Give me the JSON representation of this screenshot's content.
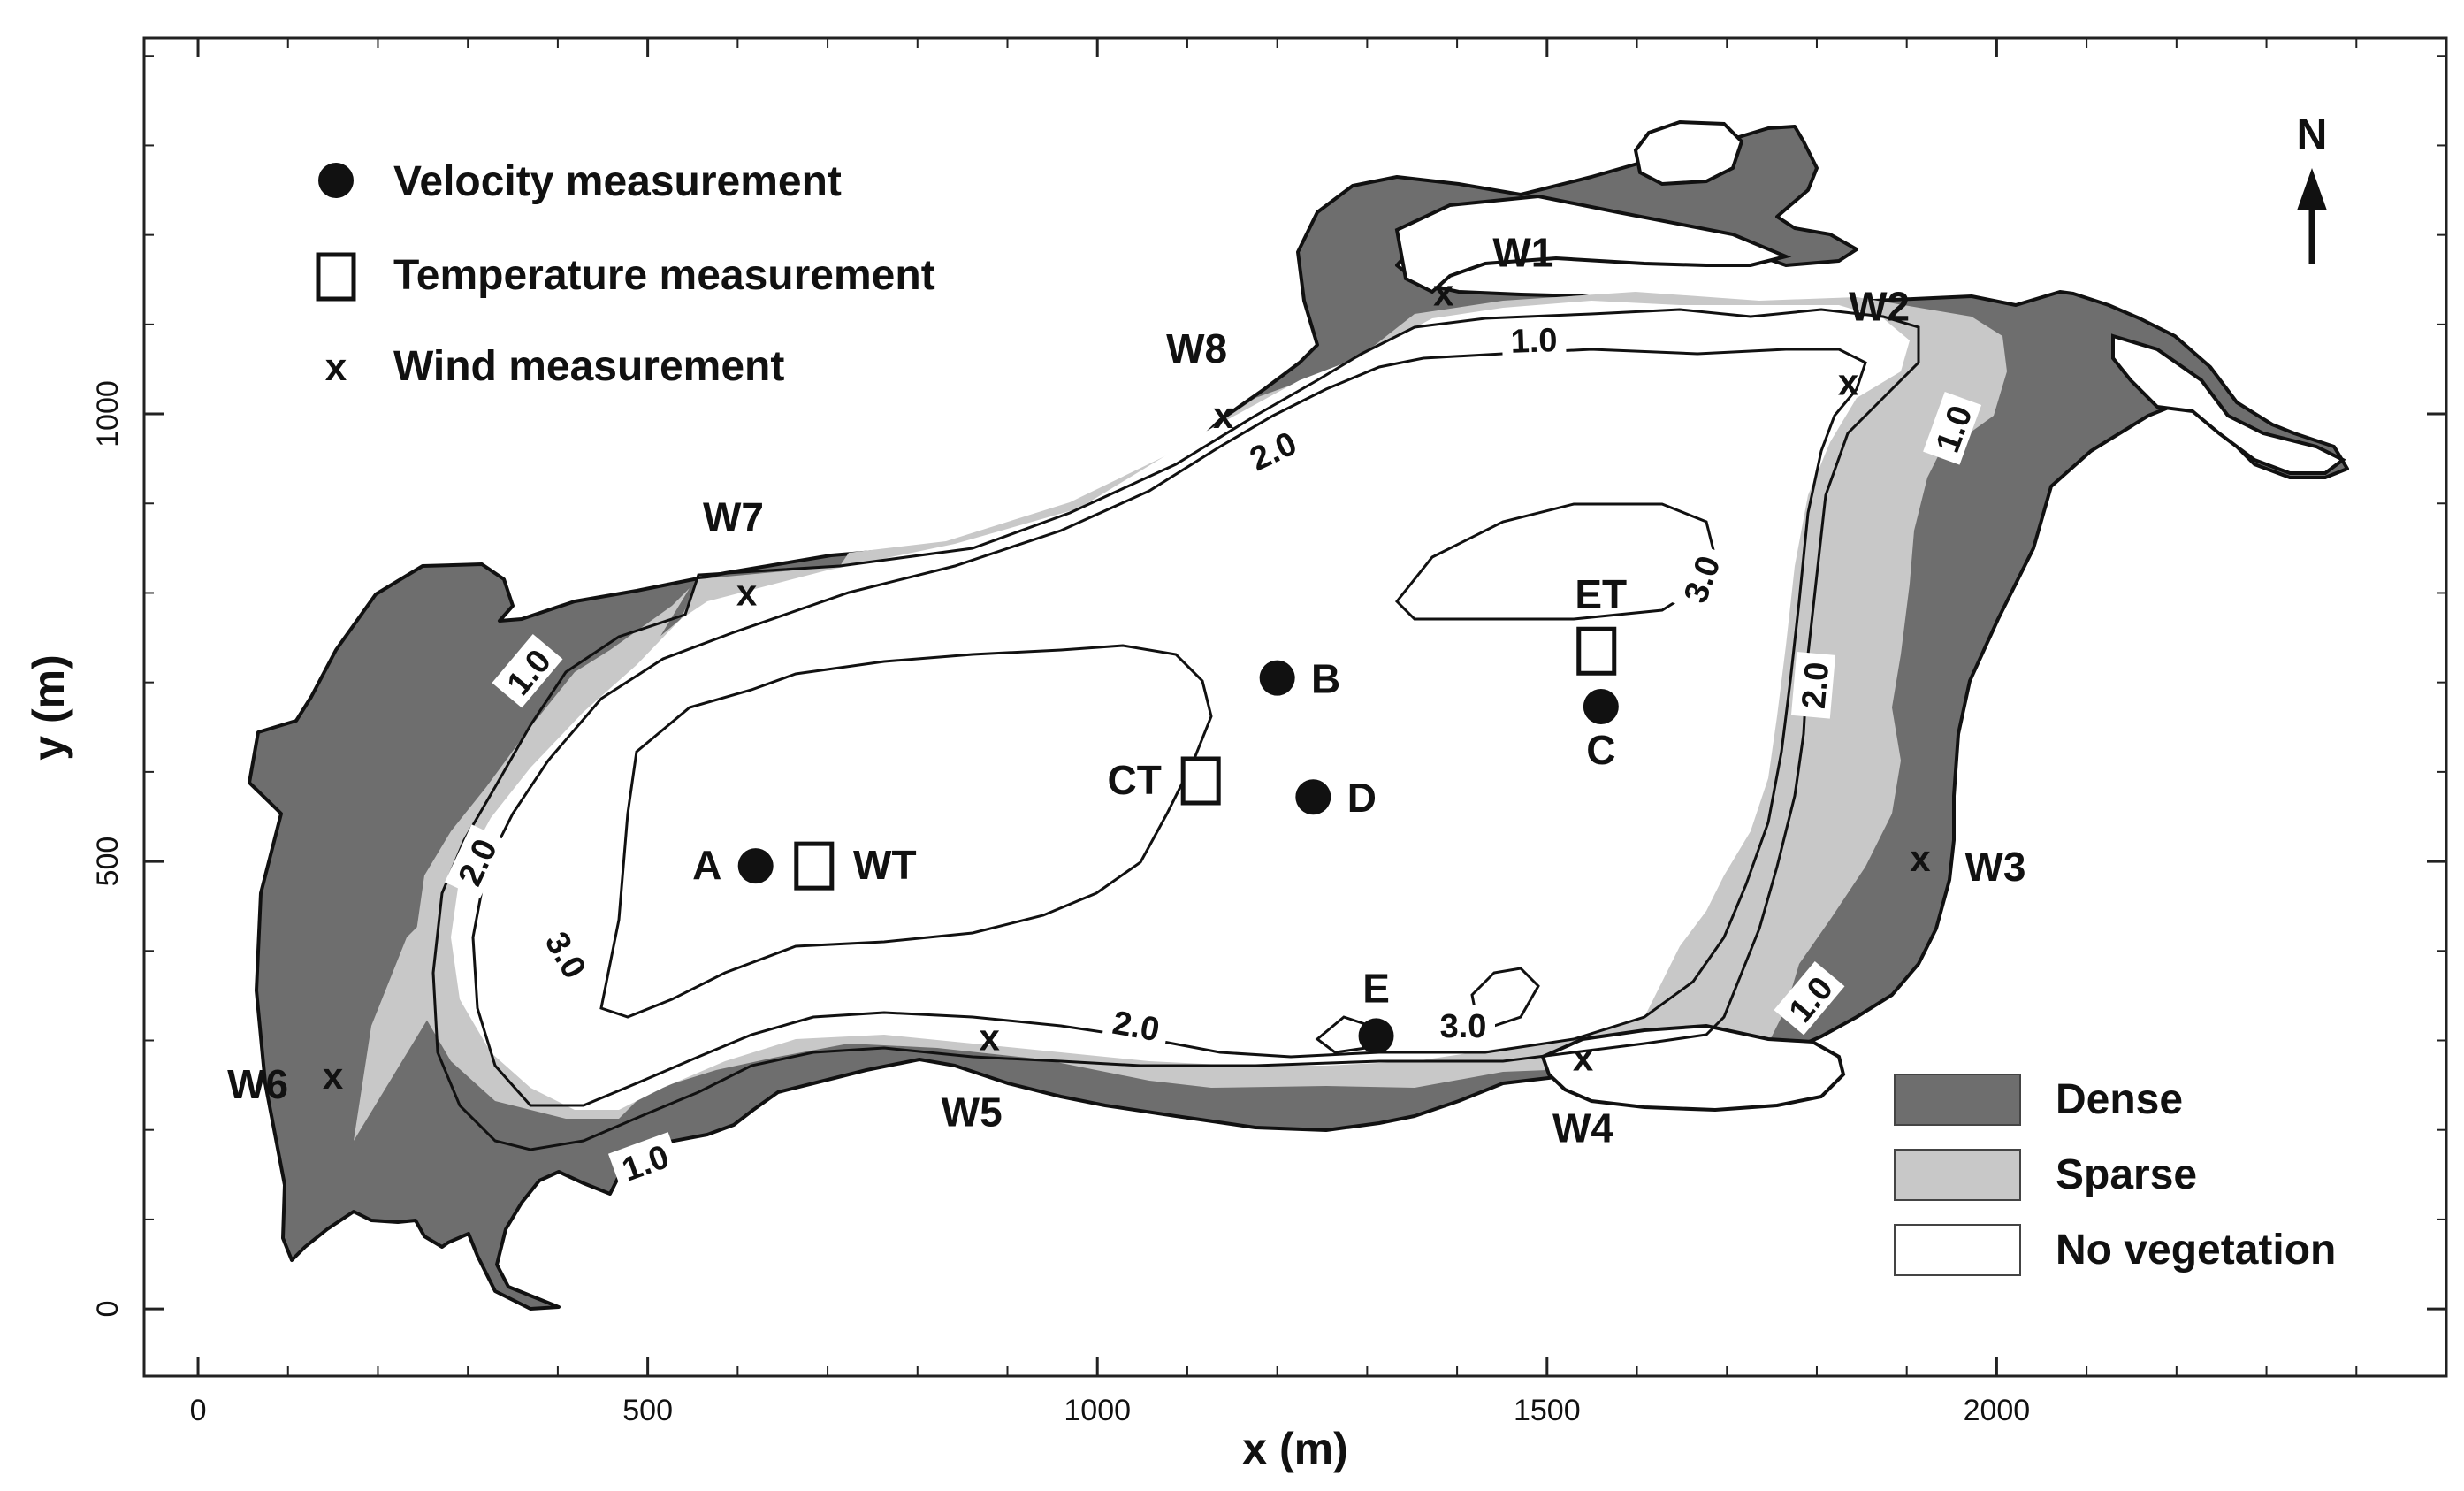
{
  "axes": {
    "xlabel": "x (m)",
    "ylabel": "y (m)",
    "xlim": [
      -60,
      2500
    ],
    "ylim": [
      -75,
      1420
    ],
    "xticks": [
      0,
      500,
      1000,
      1500,
      2000
    ],
    "yticks": [
      0,
      500,
      1000
    ]
  },
  "legend_top": [
    {
      "symbol": "filled-circle",
      "label": "Velocity measurement"
    },
    {
      "symbol": "open-square",
      "label": "Temperature measurement"
    },
    {
      "symbol": "x-mark",
      "label": "Wind measurement"
    }
  ],
  "legend_vegetation": [
    {
      "label": "Dense",
      "color": "#6e6e6e"
    },
    {
      "label": "Sparse",
      "color": "#c8c8c8"
    },
    {
      "label": "No vegetation",
      "color": "#ffffff"
    }
  ],
  "north_label": "N",
  "velocity_points": [
    {
      "label": "A",
      "x": 620,
      "y": 495
    },
    {
      "label": "B",
      "x": 1200,
      "y": 705
    },
    {
      "label": "C",
      "x": 1560,
      "y": 673
    },
    {
      "label": "D",
      "x": 1240,
      "y": 572
    },
    {
      "label": "E",
      "x": 1310,
      "y": 305
    }
  ],
  "temperature_points": [
    {
      "label": "WT",
      "x": 685,
      "y": 495
    },
    {
      "label": "CT",
      "x": 1115,
      "y": 590
    },
    {
      "label": "ET",
      "x": 1555,
      "y": 735
    }
  ],
  "wind_points": [
    {
      "label": "W1",
      "x": 1385,
      "y": 1135
    },
    {
      "label": "W2",
      "x": 1835,
      "y": 1035
    },
    {
      "label": "W3",
      "x": 1915,
      "y": 503
    },
    {
      "label": "W4",
      "x": 1540,
      "y": 280
    },
    {
      "label": "W5",
      "x": 880,
      "y": 303
    },
    {
      "label": "W6",
      "x": 150,
      "y": 260
    },
    {
      "label": "W7",
      "x": 610,
      "y": 800
    },
    {
      "label": "W8",
      "x": 1140,
      "y": 998
    }
  ],
  "contour_labels": [
    "1.0",
    "2.0",
    "3.0"
  ]
}
